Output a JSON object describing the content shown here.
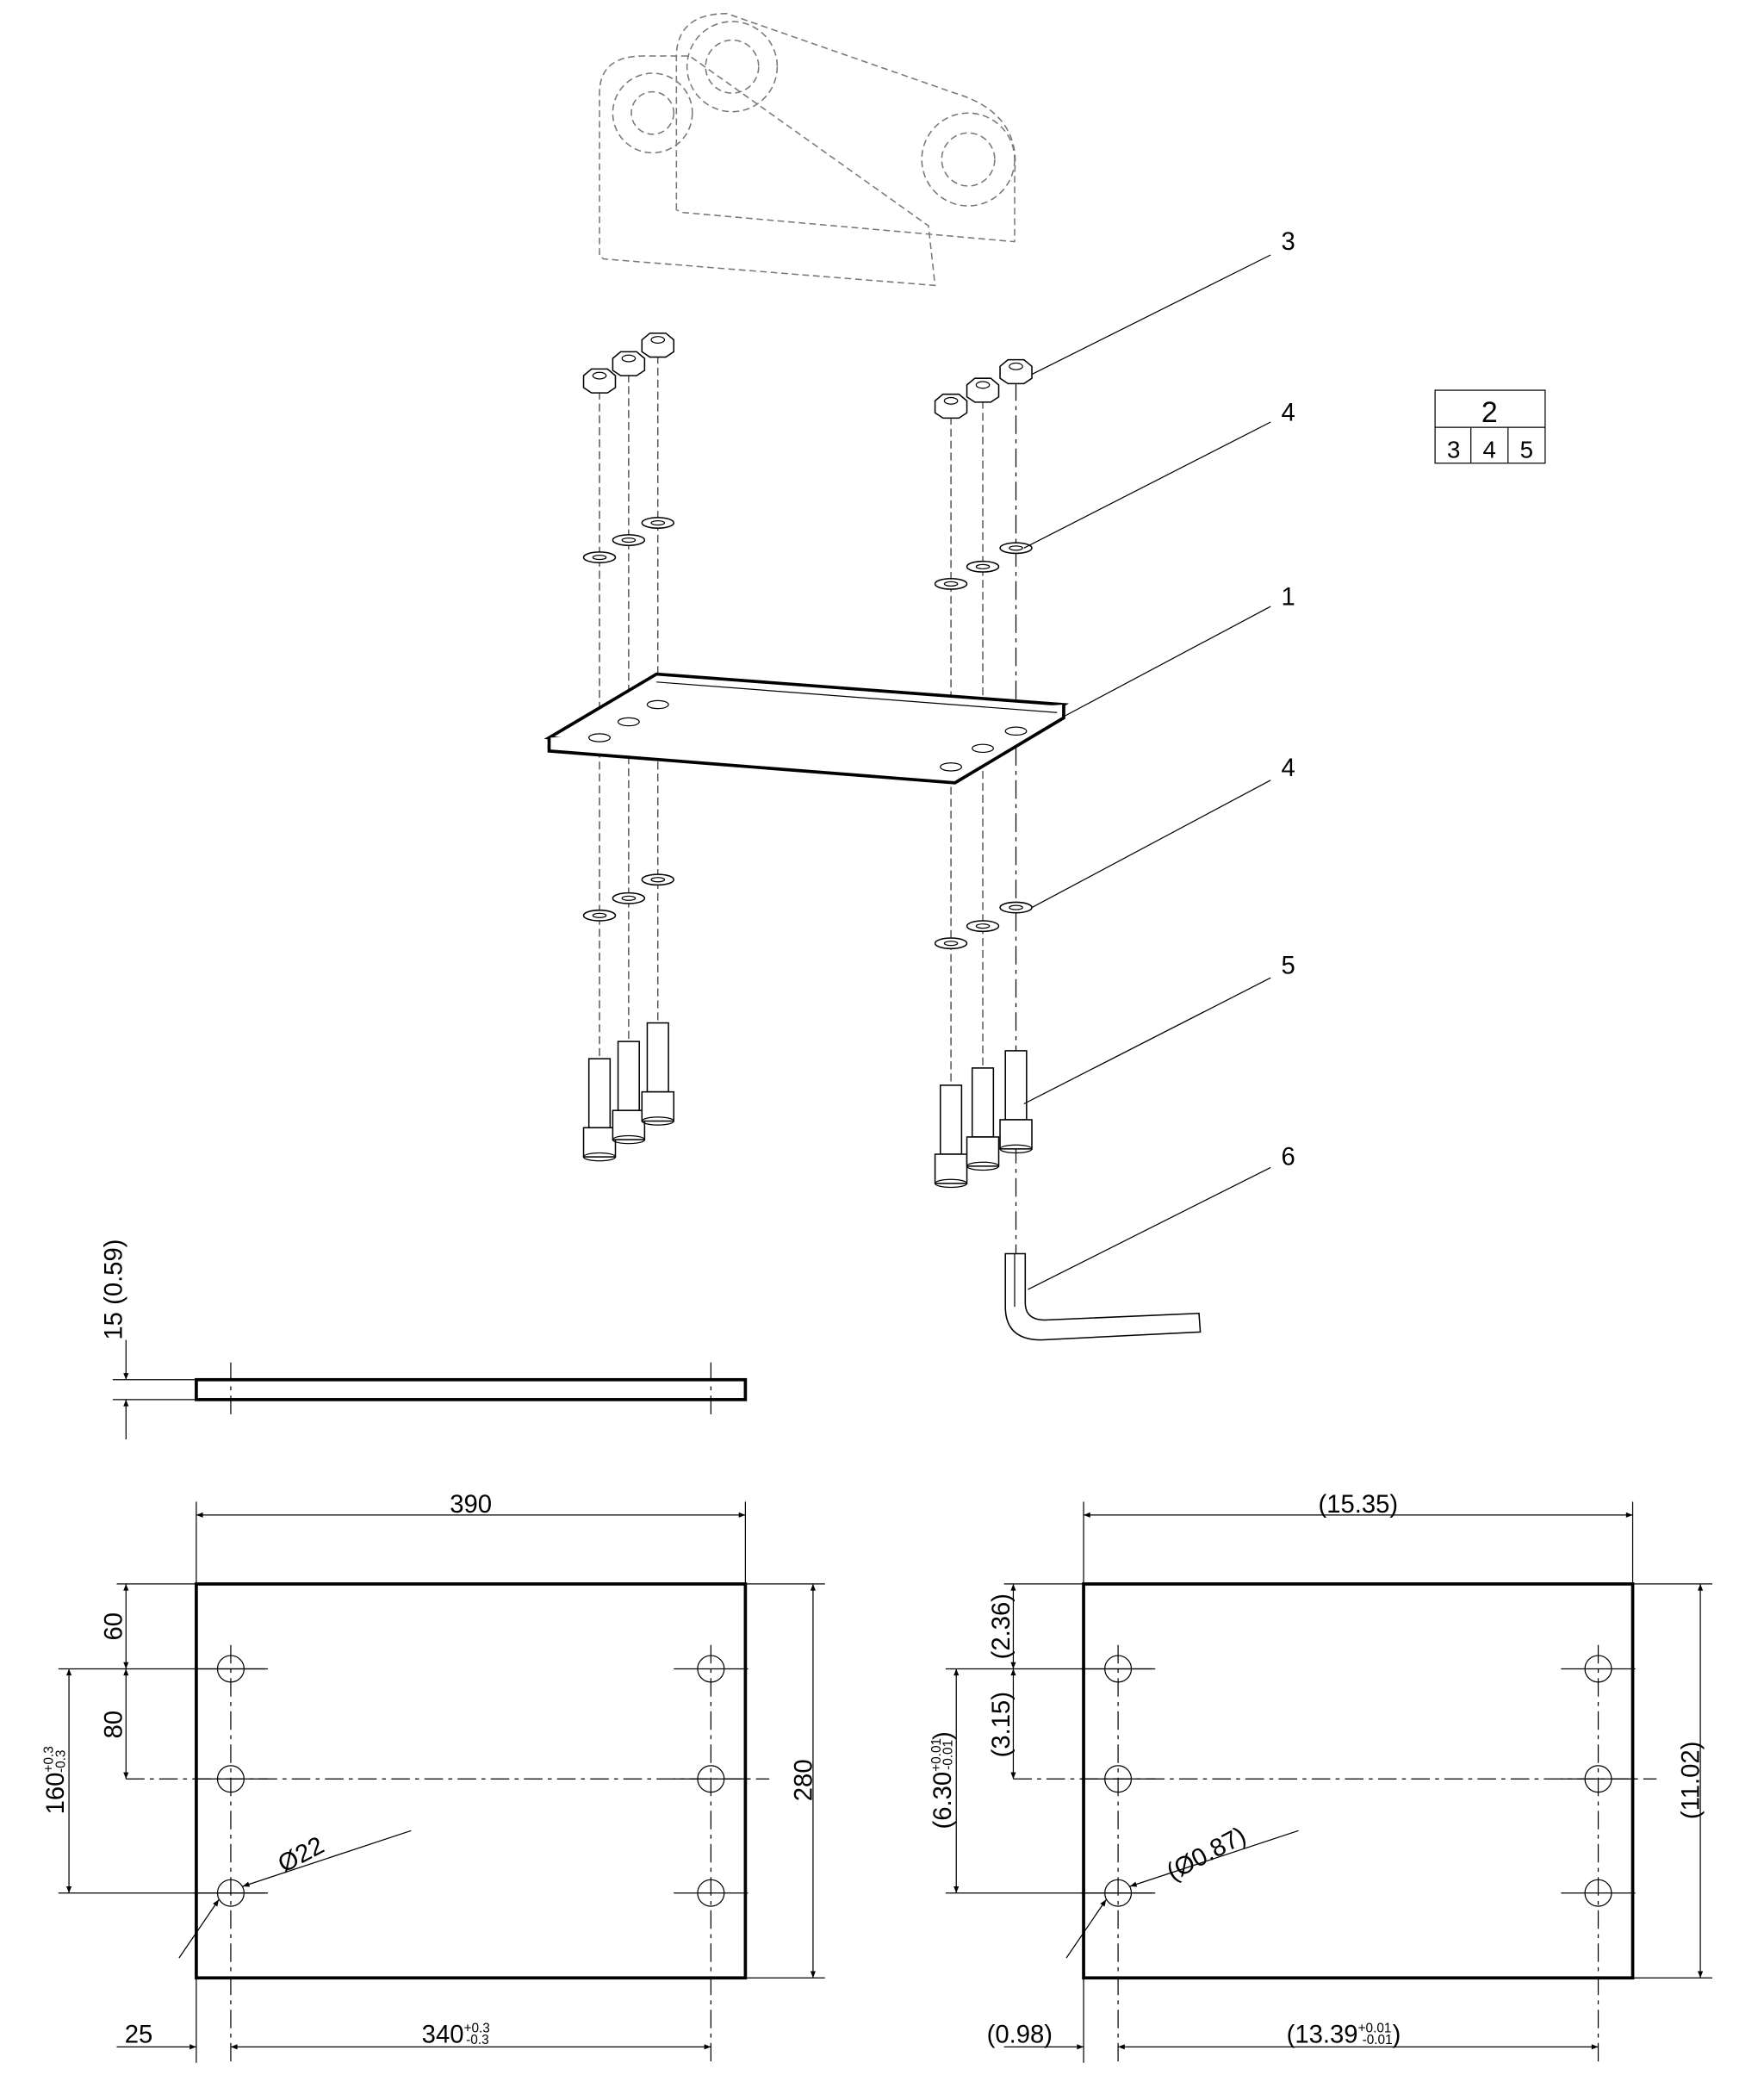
{
  "balloons": [
    {
      "number": "3"
    },
    {
      "number": "4"
    },
    {
      "number": "1"
    },
    {
      "number": "4"
    },
    {
      "number": "5"
    },
    {
      "number": "6"
    }
  ],
  "bom_table": {
    "assembly": "2",
    "parts": [
      "3",
      "4",
      "5"
    ]
  },
  "side_view": {
    "thickness": "15 (0.59)"
  },
  "plan_metric": {
    "width": "390",
    "height": "280",
    "edge_to_row1": "60",
    "row1_to_row2": "80",
    "row_span": "160",
    "row_span_tol_plus": "+0.3",
    "row_span_tol_minus": "-0.3",
    "hole_diameter": "Ø22",
    "edge_to_hole": "25",
    "hole_span": "340",
    "hole_span_tol_plus": "+0.3",
    "hole_span_tol_minus": "-0.3"
  },
  "plan_imperial": {
    "width": "(15.35)",
    "height": "(11.02)",
    "edge_to_row1": "(2.36)",
    "row1_to_row2": "(3.15)",
    "row_span": "(6.30",
    "row_span_close": ")",
    "row_span_tol_plus": "+0.01",
    "row_span_tol_minus": "-0.01",
    "hole_diameter": "(Ø0.87)",
    "edge_to_hole": "(0.98)",
    "hole_span": "(13.39",
    "hole_span_close": ")",
    "hole_span_tol_plus": "+0.01",
    "hole_span_tol_minus": "-0.01"
  }
}
